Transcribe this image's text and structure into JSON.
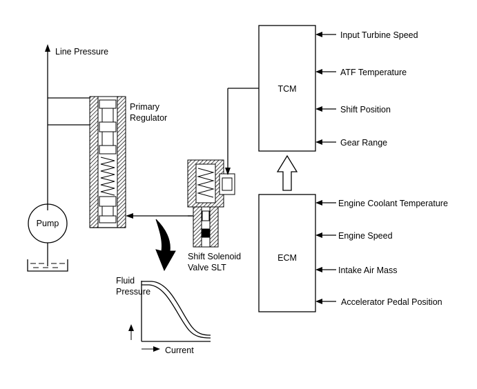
{
  "labels": {
    "line_pressure": "Line Pressure",
    "primary_regulator_1": "Primary",
    "primary_regulator_2": "Regulator",
    "pump": "Pump",
    "shift_solenoid_1": "Shift Solenoid",
    "shift_solenoid_2": "Valve SLT",
    "fluid_pressure_1": "Fluid",
    "fluid_pressure_2": "Pressure",
    "current": "Current",
    "tcm": "TCM",
    "ecm": "ECM"
  },
  "tcm_inputs": [
    "Input Turbine Speed",
    "ATF Temperature",
    "Shift Position",
    "Gear Range"
  ],
  "ecm_inputs": [
    "Engine Coolant Temperature",
    "Engine Speed",
    "Intake Air Mass",
    "Accelerator Pedal Position"
  ]
}
